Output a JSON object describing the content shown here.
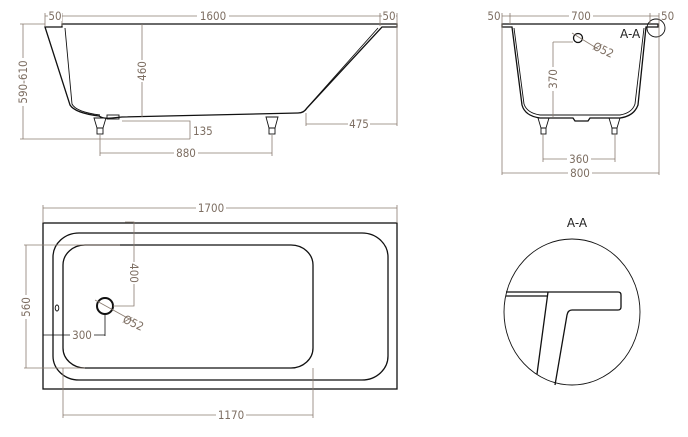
{
  "side_view": {
    "rim_left": "50",
    "length_inner": "1600",
    "rim_right": "50",
    "total_height": "590-610",
    "depth": "460",
    "foot_height": "135",
    "feet_spacing": "880",
    "slope_offset": "475"
  },
  "end_view": {
    "rim_left": "50",
    "width_inner": "700",
    "rim_right": "50",
    "drain_height": "370",
    "drain_diameter": "Ø52",
    "section_marker": "A-A",
    "feet_spacing": "360",
    "total_width": "800"
  },
  "top_view": {
    "total_length": "1700",
    "basin_width": "560",
    "drain_offset_y": "400",
    "drain_diameter": "Ø52",
    "drain_offset_x": "300",
    "basin_length": "1170"
  },
  "detail": {
    "title": "A-A"
  },
  "colors": {
    "dimension": "#8a7c70",
    "outline": "#111111"
  }
}
